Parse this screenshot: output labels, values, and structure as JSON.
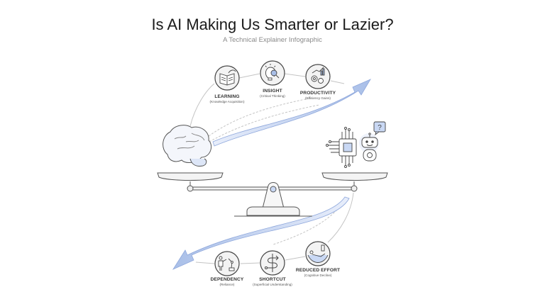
{
  "header": {
    "title": "Is AI Making Us Smarter or Lazier?",
    "subtitle": "A Technical Explainer Infographic"
  },
  "colors": {
    "arrow": "#a9bfe8",
    "stroke": "#555555",
    "accent": "#c9d8f4"
  },
  "upper_path": {
    "direction": "up",
    "nodes": [
      {
        "label": "LEARNING",
        "sub": "(Knowledge Acquisition)",
        "icon": "book-icon"
      },
      {
        "label": "INSIGHT",
        "sub": "(Critical Thinking)",
        "icon": "lightbulb-magnifier-icon"
      },
      {
        "label": "PRODUCTIVITY",
        "sub": "(Efficiency Gains)",
        "icon": "gears-chart-icon"
      }
    ]
  },
  "lower_path": {
    "direction": "down",
    "nodes": [
      {
        "label": "DEPENDENCY",
        "sub": "(Reliance)",
        "icon": "person-robot-arm-icon"
      },
      {
        "label": "SHORTCUT",
        "sub": "(Superficial Understanding)",
        "icon": "shortcut-path-icon"
      },
      {
        "label": "REDUCED EFFORT",
        "sub": "(Cognitive Decline)",
        "icon": "relaxing-person-icon"
      }
    ]
  },
  "scale": {
    "left": "brain-icon",
    "right": "ai-chip-robot-icon",
    "robot_bubble": "?"
  }
}
